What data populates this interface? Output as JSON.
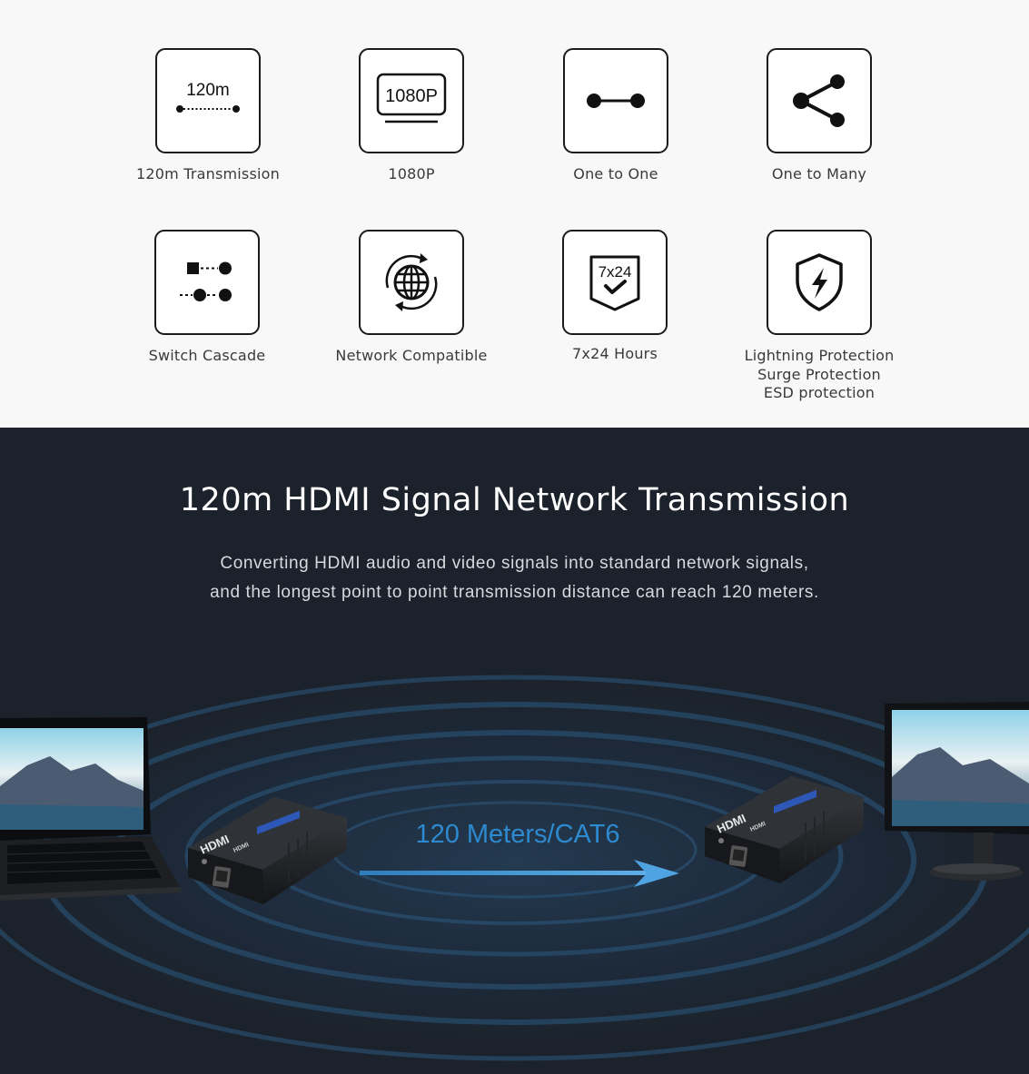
{
  "features": [
    {
      "label": [
        "120m Transmission"
      ],
      "icon": "distance-icon",
      "icon_text": "120m"
    },
    {
      "label": [
        "1080P"
      ],
      "icon": "display-1080p-icon",
      "icon_text": "1080P"
    },
    {
      "label": [
        "One to One"
      ],
      "icon": "one-to-one-icon"
    },
    {
      "label": [
        "One to Many"
      ],
      "icon": "share-icon"
    },
    {
      "label": [
        "Switch Cascade"
      ],
      "icon": "cascade-icon"
    },
    {
      "label": [
        "Network Compatible"
      ],
      "icon": "globe-icon"
    },
    {
      "label": [
        "7x24 Hours"
      ],
      "icon": "calendar-check-icon",
      "icon_text": "7x24"
    },
    {
      "label": [
        "Lightning Protection",
        "Surge Protection",
        "ESD protection"
      ],
      "icon": "shield-lightning-icon"
    }
  ],
  "banner": {
    "title": "120m HDMI Signal Network Transmission",
    "description": [
      "Converting HDMI audio and video signals into standard network signals,",
      "and the longest point to point transmission distance can reach 120 meters."
    ],
    "distance_label": "120 Meters/CAT6",
    "device_logo": "HDMI",
    "device_small": "HDMI",
    "background_color": "#1c222b",
    "accent_color": "#2e86c8"
  }
}
